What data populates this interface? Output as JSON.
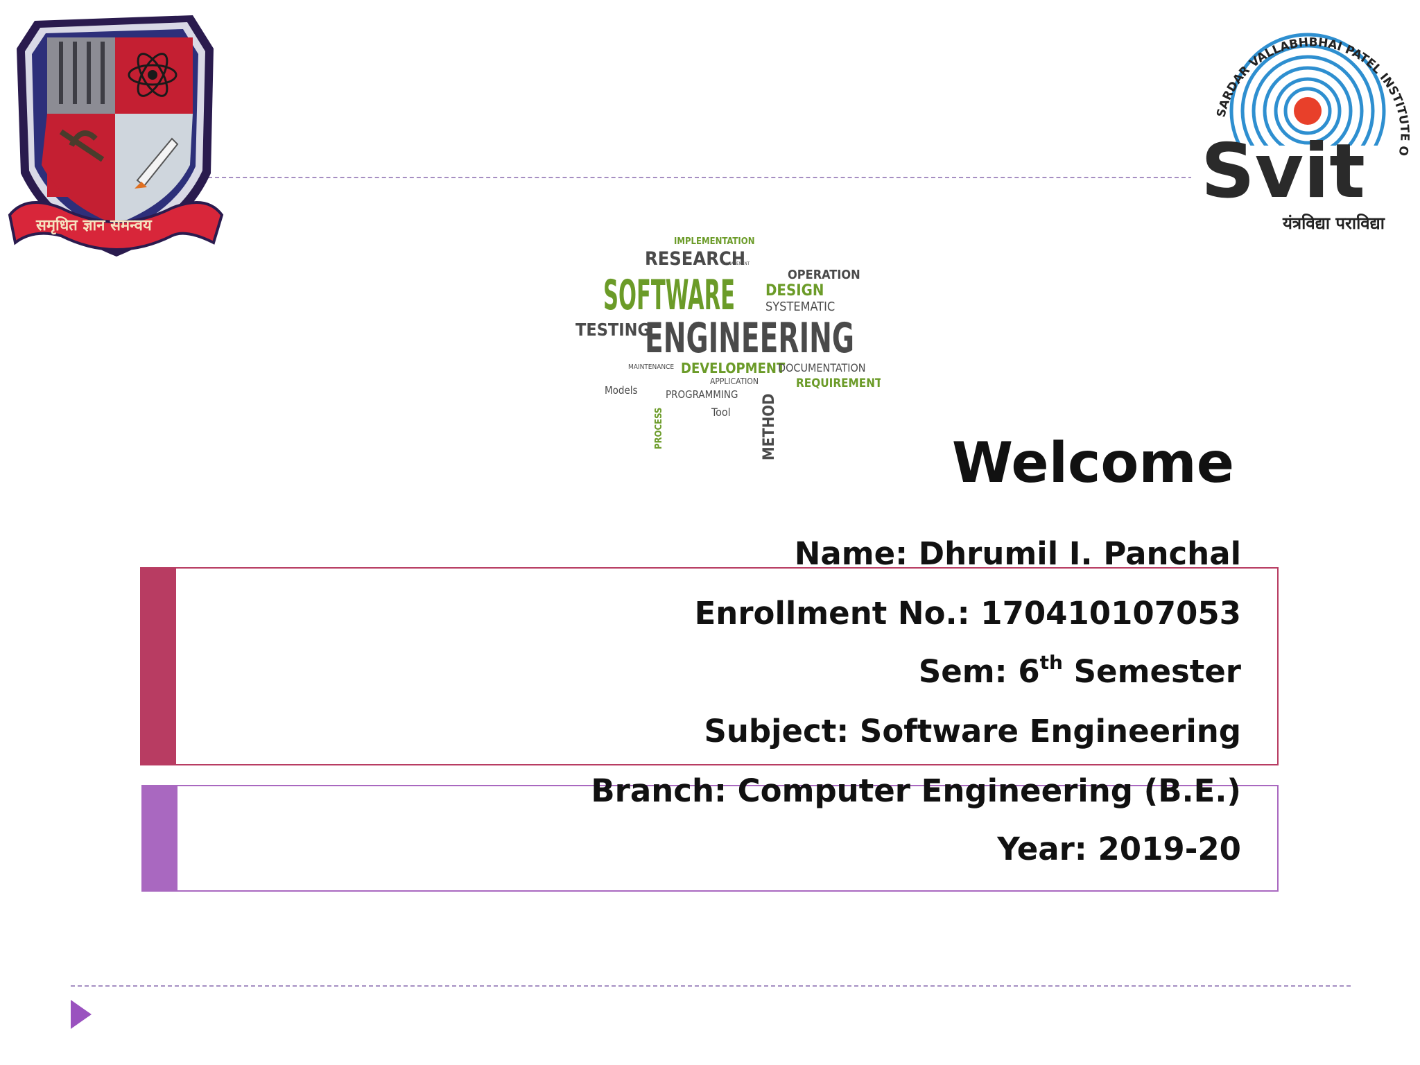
{
  "slide": {
    "welcome": "Welcome",
    "details": {
      "name": "Name: Dhrumil I. Panchal",
      "enrollment": "Enrollment No.: 170410107053",
      "sem_prefix": "Sem: 6",
      "sem_sup": "th",
      "sem_suffix": " Semester",
      "subject": "Subject: Software Engineering",
      "branch": "Branch: Computer Engineering (B.E.)",
      "year": "Year: 2019-20"
    }
  },
  "left_logo": {
    "motto": "समृधित ज्ञान समन्वय"
  },
  "right_logo": {
    "institute_arc": "SARDAR VALLABHBHAI PATEL INSTITUTE OF TECHNOLOGY",
    "abbr": "Svit",
    "tagline": "यंत्रविद्या पराविद्या"
  },
  "word_cloud": {
    "words": [
      "IMPLEMENTATION",
      "RESEARCH",
      "MANAGEMENT",
      "OPERATION",
      "SOFTWARE",
      "DESIGN",
      "SYSTEMATIC",
      "TESTING",
      "ENGINEERING",
      "MAINTENANCE",
      "DEVELOPMENT",
      "DOCUMENTATION",
      "APPLICATION",
      "REQUIREMENTS",
      "Models",
      "PROGRAMMING",
      "PROCESS",
      "Tool",
      "METHOD"
    ]
  },
  "colors": {
    "accent_red": "#b83c62",
    "accent_purple": "#a968c0",
    "dash": "#a58ec2",
    "cloud_green": "#6b9b28",
    "cloud_gray": "#4a4a4a"
  }
}
